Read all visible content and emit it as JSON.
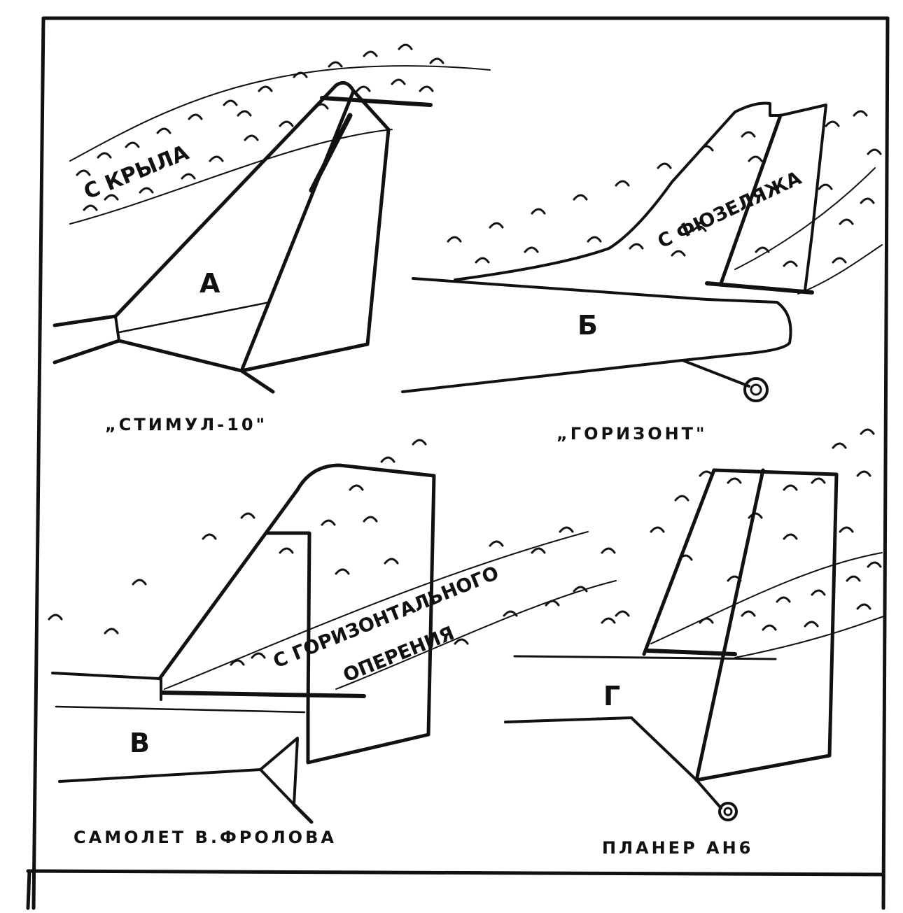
{
  "diagram": {
    "panels": [
      {
        "id": "A",
        "letter": "А",
        "caption": "„СТИМУЛ-10\"",
        "flow_label": "С КРЫЛА"
      },
      {
        "id": "B",
        "letter": "Б",
        "caption": "„ГОРИЗОНТ\"",
        "flow_label": "С ФЮЗЕЛЯЖА"
      },
      {
        "id": "V",
        "letter": "В",
        "caption": "САМОЛЕТ В.ФРОЛОВА",
        "flow_label_1": "С ГОРИЗОНТАЛЬНОГО",
        "flow_label_2": "ОПЕРЕНИЯ"
      },
      {
        "id": "G",
        "letter": "Г",
        "caption": "ПЛАНЕР АН6"
      }
    ]
  }
}
